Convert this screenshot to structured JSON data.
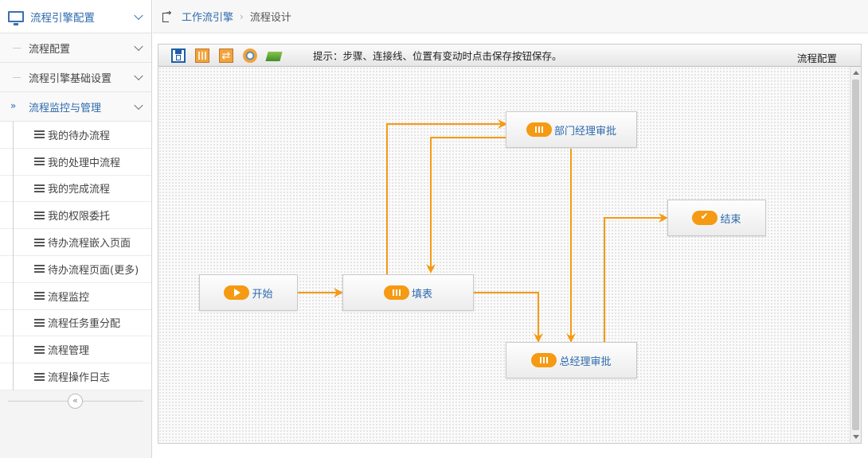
{
  "sidebar": {
    "header": {
      "title": "流程引擎配置"
    },
    "groups": [
      {
        "label": "流程配置"
      },
      {
        "label": "流程引擎基础设置"
      },
      {
        "label": "流程监控与管理"
      }
    ],
    "items": [
      {
        "label": "我的待办流程"
      },
      {
        "label": "我的处理中流程"
      },
      {
        "label": "我的完成流程"
      },
      {
        "label": "我的权限委托"
      },
      {
        "label": "待办流程嵌入页面"
      },
      {
        "label": "待办流程页面(更多)"
      },
      {
        "label": "流程监控"
      },
      {
        "label": "流程任务重分配"
      },
      {
        "label": "流程管理"
      },
      {
        "label": "流程操作日志"
      }
    ]
  },
  "breadcrumb": {
    "link": "工作流引擎",
    "current": "流程设计"
  },
  "toolbar": {
    "tip": "提示：步骤、连接线、位置有变动时点击保存按钮保存。",
    "right_label": "流程配置"
  },
  "flow": {
    "accent_color": "#f59a12",
    "line_color": "#f59a12",
    "nodes": [
      {
        "id": "start",
        "label": "开始",
        "icon": "play-icon"
      },
      {
        "id": "fill",
        "label": "填表",
        "icon": "grid-icon"
      },
      {
        "id": "dept",
        "label": "部门经理审批",
        "icon": "grid-icon"
      },
      {
        "id": "gm",
        "label": "总经理审批",
        "icon": "grid-icon"
      },
      {
        "id": "end",
        "label": "结束",
        "icon": "check-icon"
      }
    ]
  }
}
